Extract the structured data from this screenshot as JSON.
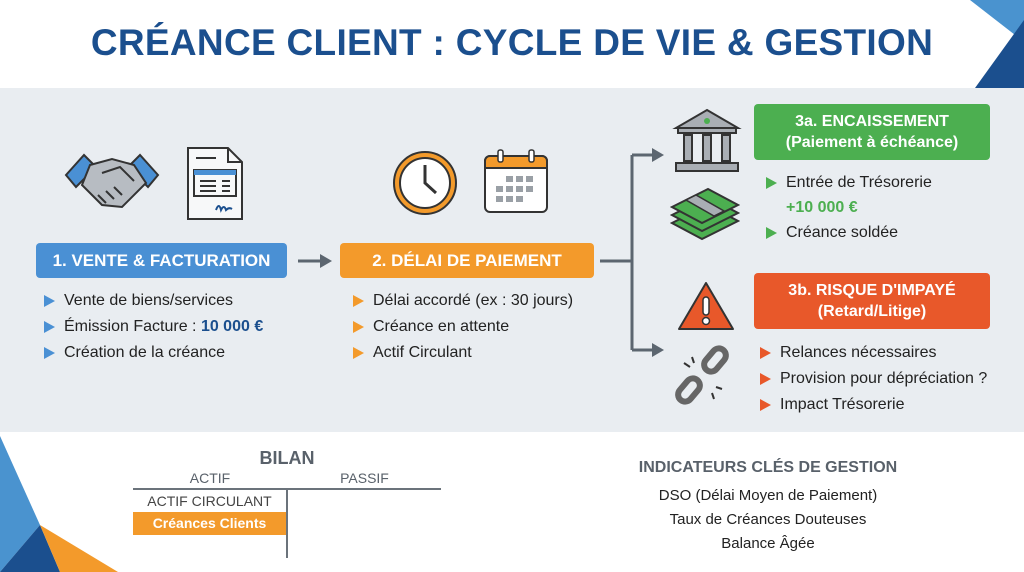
{
  "title": "CRÉANCE CLIENT : CYCLE DE VIE & GESTION",
  "step1": {
    "label": "1. VENTE & FACTURATION",
    "items": [
      "Vente de biens/services",
      "Émission Facture : ",
      "Création de la créance"
    ],
    "amount": "10 000 €"
  },
  "step2": {
    "label": "2. DÉLAI DE PAIEMENT",
    "items": [
      "Délai accordé (ex : 30 jours)",
      "Créance en attente",
      "Actif Circulant"
    ]
  },
  "step3a": {
    "label": "3a. ENCAISSEMENT",
    "sub": "(Paiement à échéance)",
    "items": [
      "Entrée de Trésorerie",
      "Créance soldée"
    ],
    "amount": "+10 000 €"
  },
  "step3b": {
    "label": "3b. RISQUE D'IMPAYÉ",
    "sub": "(Retard/Litige)",
    "items": [
      "Relances nécessaires",
      "Provision pour dépréciation ?",
      "Impact Trésorerie"
    ]
  },
  "bilan": {
    "title": "BILAN",
    "actif": "ACTIF",
    "passif": "PASSIF",
    "actif_circulant": "ACTIF CIRCULANT",
    "creances": "Créances Clients"
  },
  "indicators": {
    "title": "INDICATEURS CLÉS DE GESTION",
    "items": [
      "DSO (Délai Moyen de Paiement)",
      "Taux de Créances Douteuses",
      "Balance Âgée"
    ]
  },
  "colors": {
    "blue": "#4a90d4",
    "orange": "#f39a2b",
    "green": "#4caf50",
    "red": "#e8582a",
    "navy": "#1b4f8e"
  }
}
